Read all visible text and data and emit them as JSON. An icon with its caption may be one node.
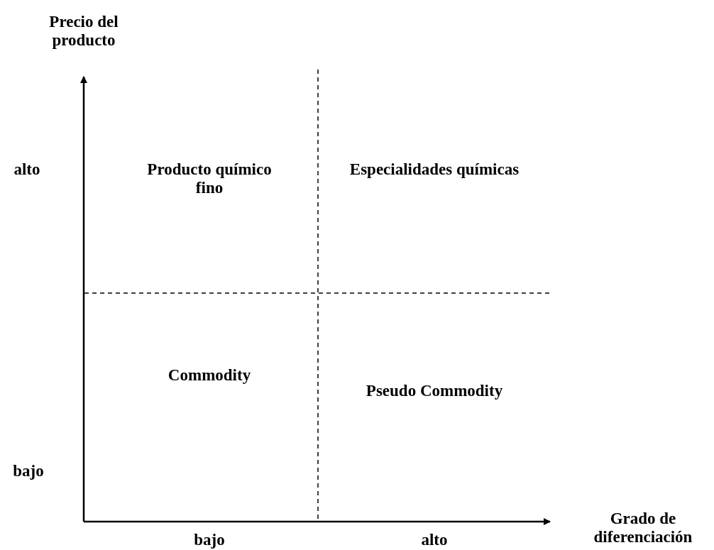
{
  "diagram": {
    "labels": [
      "Precio del producto",
      "alto",
      "Producto químico fino",
      "Especialidades químicas",
      "bajo",
      "Commodity",
      "Pseudo Commodity",
      "Grado de diferenciación",
      "bajo",
      "alto"
    ]
  }
}
